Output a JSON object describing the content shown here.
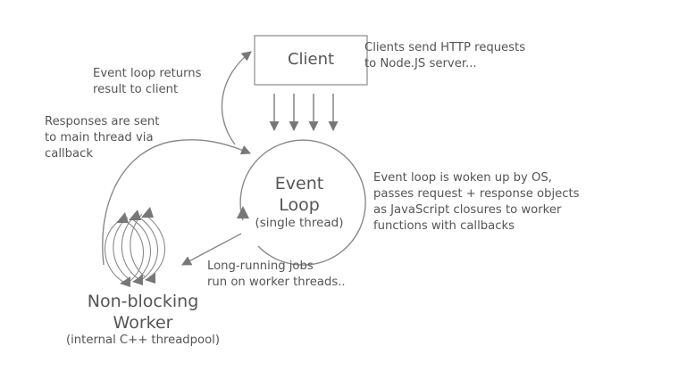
{
  "client": {
    "label": "Client"
  },
  "event_loop": {
    "line1": "Event",
    "line2": "Loop",
    "subtitle": "(single thread)"
  },
  "worker": {
    "line1": "Non-blocking",
    "line2": "Worker",
    "subtitle": "(internal C++ threadpool)"
  },
  "notes": {
    "client_requests": [
      "Clients send HTTP requests",
      "to Node.JS server..."
    ],
    "loop_returns": [
      "Event loop returns",
      "result to client"
    ],
    "responses_sent": [
      "Responses are sent",
      "to main thread via",
      "callback"
    ],
    "woken_up": [
      "Event loop is woken up by OS,",
      "passes request + response objects",
      "as JavaScript closures to worker",
      "functions with callbacks"
    ],
    "long_running": [
      "Long-running jobs",
      "run on worker threads.."
    ]
  },
  "colors": {
    "stroke": "#8a8a8a",
    "arrow_fill": "#777777",
    "text": "#555555"
  }
}
